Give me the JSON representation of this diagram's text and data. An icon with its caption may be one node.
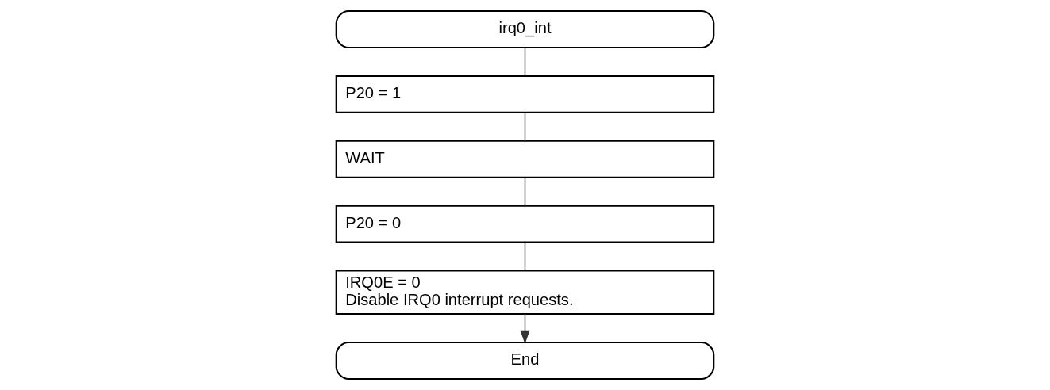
{
  "diagram": {
    "nodes": [
      {
        "text": [
          "irq0_int"
        ]
      },
      {
        "text": [
          "P20 = 1"
        ]
      },
      {
        "text": [
          "WAIT"
        ]
      },
      {
        "text": [
          "P20 = 0"
        ]
      },
      {
        "text": [
          "IRQ0E = 0",
          "Disable IRQ0 interrupt requests."
        ]
      },
      {
        "text": [
          "End"
        ]
      }
    ],
    "edges": [
      {
        "from": 0,
        "to": 1,
        "arrow": "none"
      },
      {
        "from": 1,
        "to": 2,
        "arrow": "none"
      },
      {
        "from": 2,
        "to": 3,
        "arrow": "none"
      },
      {
        "from": 3,
        "to": 4,
        "arrow": "none"
      },
      {
        "from": 4,
        "to": 5,
        "arrow": "to"
      }
    ]
  }
}
